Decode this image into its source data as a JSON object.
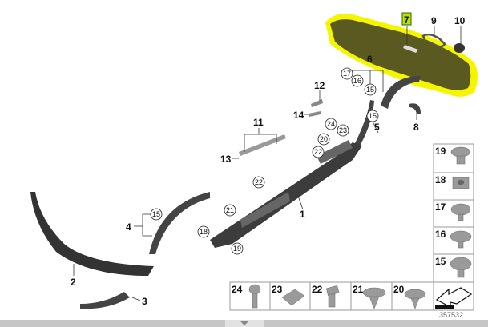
{
  "diagram": {
    "reference_number": "357532",
    "highlight_color": "#f5f500",
    "highlighted_part": "7",
    "part_labels": [
      "1",
      "2",
      "3",
      "4",
      "5",
      "6",
      "7",
      "8",
      "9",
      "10",
      "11",
      "12",
      "13",
      "14"
    ],
    "circled_labels": {
      "c15a": "15",
      "c15b": "15",
      "c15c": "15",
      "c16": "16",
      "c17": "17",
      "c18": "18",
      "c19": "19",
      "c20": "20",
      "c21": "21",
      "c22a": "22",
      "c22b": "22",
      "c23": "23",
      "c24": "24"
    },
    "fastener_column": [
      "19",
      "18",
      "17",
      "16",
      "15"
    ],
    "fastener_row": [
      "24",
      "23",
      "22",
      "21",
      "20"
    ]
  },
  "bottom_bar": {
    "toggle_icon": "chevron-down-icon"
  }
}
